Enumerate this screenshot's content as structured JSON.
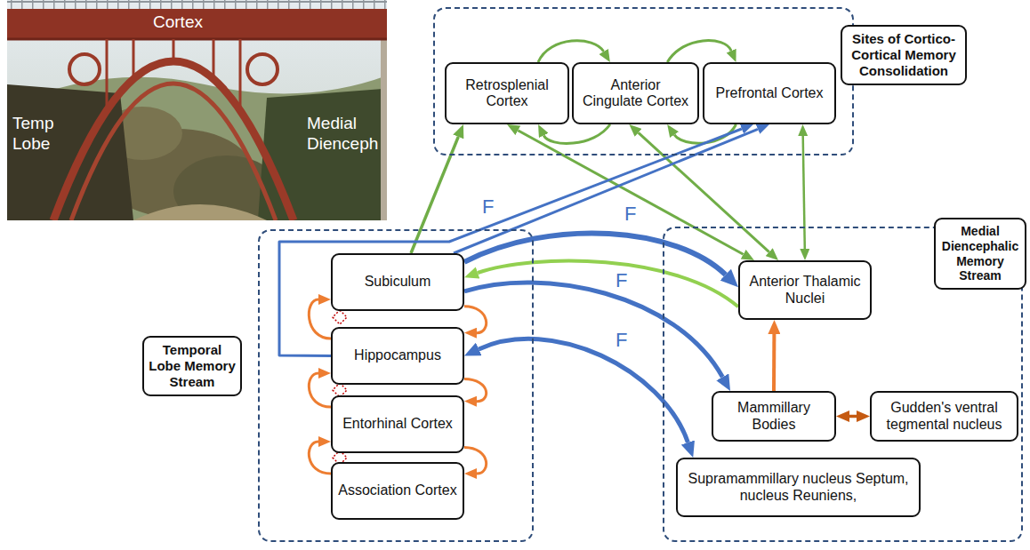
{
  "diagram": {
    "nodes": [
      {
        "text": [
          "Sites of Cortico-Cortical Memory Consolidation"
        ]
      },
      {
        "text": [
          "Retrosplenial Cortex"
        ],
        "in": 0
      },
      {
        "text": [
          "Anterior Cingulate Cortex"
        ],
        "in": 0
      },
      {
        "text": [
          "Prefrontal Cortex"
        ],
        "in": 0
      },
      {
        "text": [
          "Temporal Lobe Memory Stream"
        ]
      },
      {
        "text": [
          "Subiculum"
        ],
        "in": 4
      },
      {
        "text": [
          "Hippocampus"
        ],
        "in": 4
      },
      {
        "text": [
          "Entorhinal Cortex"
        ],
        "in": 4
      },
      {
        "text": [
          "Association Cortex"
        ],
        "in": 4
      },
      {
        "text": [
          "Medial Diencephalic Memory Stream"
        ]
      },
      {
        "text": [
          "Anterior Thalamic Nuclei"
        ],
        "in": 9
      },
      {
        "text": [
          "Mammillary Bodies"
        ],
        "in": 9
      },
      {
        "text": [
          "Gudden's ventral tegmental nucleus"
        ],
        "in": 9
      },
      {
        "text": [
          "Supramammillary nucleus Septum, nucleus Reuniens,"
        ],
        "in": 9
      }
    ],
    "edges": [
      {
        "from": 1,
        "to": 2,
        "arrow": "to"
      },
      {
        "from": 2,
        "to": 1,
        "arrow": "to"
      },
      {
        "from": 2,
        "to": 3,
        "arrow": "to"
      },
      {
        "from": 3,
        "to": 2,
        "arrow": "to"
      },
      {
        "from": 5,
        "to": 1,
        "arrow": "to"
      },
      {
        "from": 1,
        "to": 10,
        "arrow": "both"
      },
      {
        "from": 2,
        "to": 10,
        "arrow": "both"
      },
      {
        "from": 3,
        "to": 10,
        "arrow": "both"
      },
      {
        "from": 5,
        "to": 3,
        "arrow": "to",
        "label": "F"
      },
      {
        "from": 6,
        "to": 3,
        "arrow": "to"
      },
      {
        "from": 5,
        "to": 10,
        "arrow": "to",
        "label": "F"
      },
      {
        "from": 10,
        "to": 5,
        "arrow": "to"
      },
      {
        "from": 5,
        "to": 11,
        "arrow": "to",
        "label": "F"
      },
      {
        "from": 6,
        "to": 13,
        "arrow": "both",
        "label": "F"
      },
      {
        "from": 11,
        "to": 10,
        "arrow": "to"
      },
      {
        "from": 11,
        "to": 12,
        "arrow": "both"
      },
      {
        "from": 8,
        "to": 7,
        "arrow": "to"
      },
      {
        "from": 7,
        "to": 6,
        "arrow": "to"
      },
      {
        "from": 6,
        "to": 5,
        "arrow": "to"
      },
      {
        "from": 5,
        "to": 6,
        "arrow": "to"
      },
      {
        "from": 6,
        "to": 7,
        "arrow": "to"
      },
      {
        "from": 7,
        "to": 8,
        "arrow": "to"
      }
    ],
    "labels": [
      "Cortex",
      "Temp Lobe",
      "Medial Dienceph"
    ]
  }
}
